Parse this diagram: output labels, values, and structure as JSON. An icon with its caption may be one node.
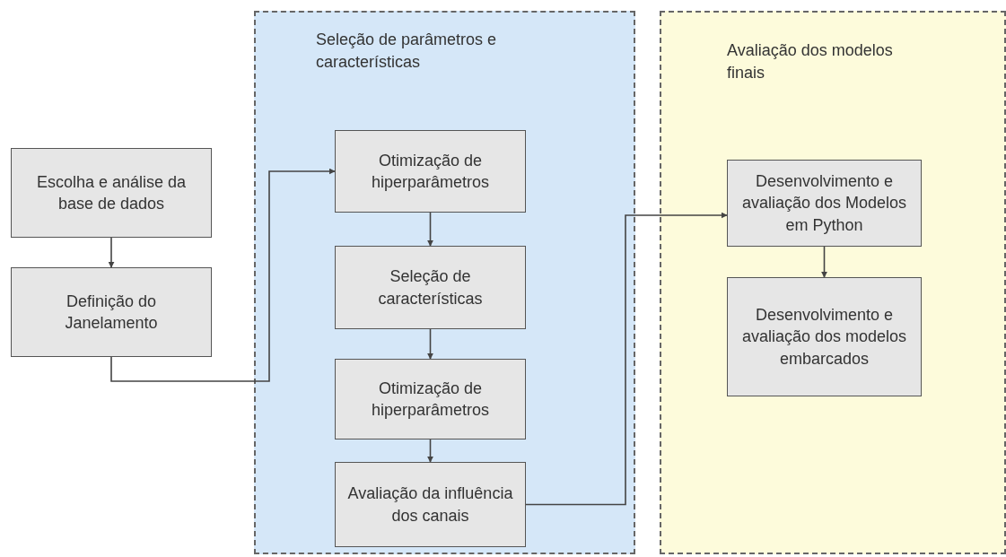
{
  "diagram": {
    "nodes": [
      {
        "text": [
          "Escolha e análise da base de dados"
        ]
      },
      {
        "text": [
          "Definição do Janelamento"
        ]
      },
      {
        "text": [
          "Seleção de parâmetros e características"
        ]
      },
      {
        "text": [
          "Otimização de hiperparâmetros"
        ],
        "in": 2
      },
      {
        "text": [
          "Seleção de características"
        ],
        "in": 2
      },
      {
        "text": [
          "Otimização de hiperparâmetros"
        ],
        "in": 2
      },
      {
        "text": [
          "Avaliação da influência dos canais"
        ],
        "in": 2
      },
      {
        "text": [
          "Avaliação dos modelos finais"
        ]
      },
      {
        "text": [
          "Desenvolvimento e avaliação dos Modelos em Python"
        ],
        "in": 7
      },
      {
        "text": [
          "Desenvolvimento e avaliação dos modelos embarcados"
        ],
        "in": 7
      }
    ],
    "edges": [
      {
        "from": 0,
        "to": 1,
        "arrow": "to"
      },
      {
        "from": 1,
        "to": 3,
        "arrow": "to"
      },
      {
        "from": 3,
        "to": 4,
        "arrow": "to"
      },
      {
        "from": 4,
        "to": 5,
        "arrow": "to"
      },
      {
        "from": 5,
        "to": 6,
        "arrow": "to"
      },
      {
        "from": 6,
        "to": 8,
        "arrow": "to"
      },
      {
        "from": 8,
        "to": 9,
        "arrow": "to"
      }
    ]
  }
}
